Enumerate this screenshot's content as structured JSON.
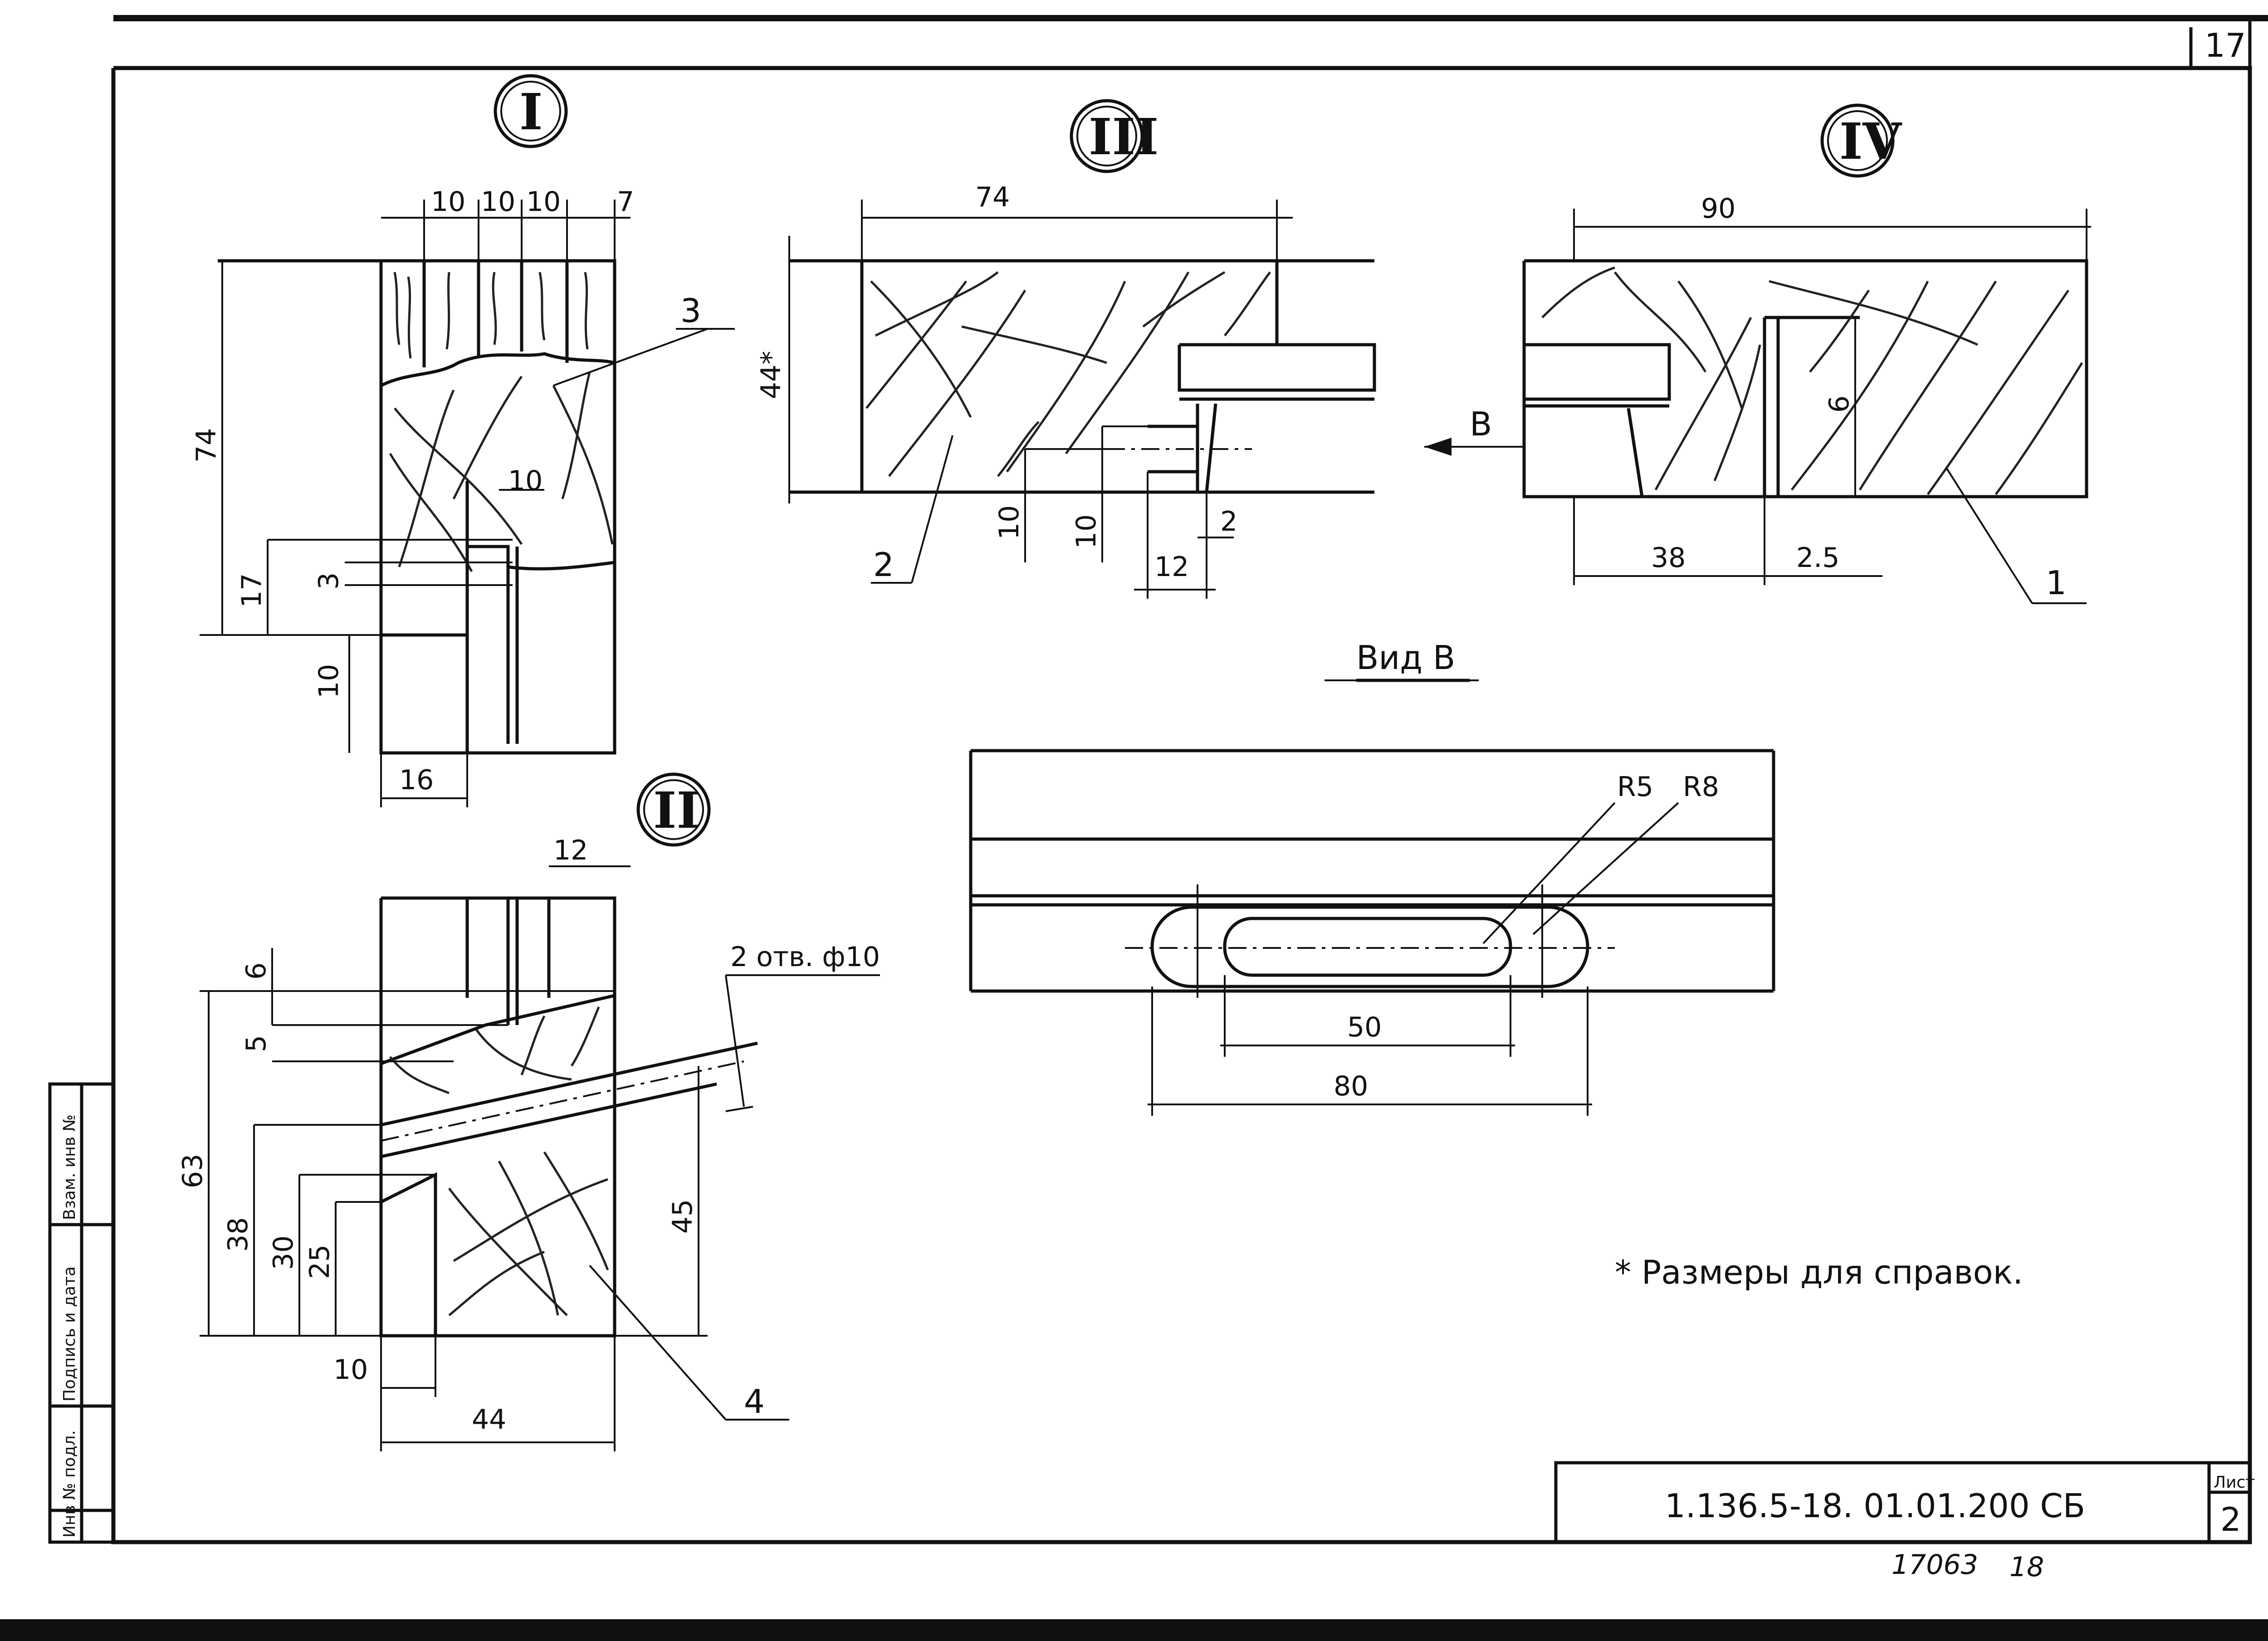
{
  "sheet": {
    "corner_number": "17",
    "code": "1.136.5-18. 01.01.200 СБ",
    "sheet_label": "Лист",
    "sheet_number": "2",
    "bottom_note": "17063",
    "bottom_note2": "18",
    "note": "* Размеры для справок.",
    "side_stamp": [
      "Инв № подл.",
      "Подпись и дата",
      "Взам. инв №"
    ]
  },
  "views": {
    "I": {
      "label": "I",
      "dims": [
        "10",
        "10",
        "10",
        "7",
        "74",
        "10",
        "17",
        "3",
        "10",
        "16"
      ],
      "callout": "3"
    },
    "II": {
      "label": "II",
      "dims": [
        "12",
        "6",
        "5",
        "63",
        "38",
        "30",
        "25",
        "45",
        "10",
        "44"
      ],
      "callout": "4",
      "holes_note": "2 отв. ф10"
    },
    "III": {
      "label": "III",
      "dims": [
        "74",
        "44*",
        "10",
        "10",
        "12",
        "2"
      ],
      "callout": "2"
    },
    "IV": {
      "label": "IV",
      "dims": [
        "90",
        "6",
        "38",
        "2.5"
      ],
      "callout": "1",
      "arrow_label": "B"
    },
    "B": {
      "title": "Вид В",
      "dims": [
        "R5",
        "R8",
        "50",
        "80"
      ]
    }
  }
}
